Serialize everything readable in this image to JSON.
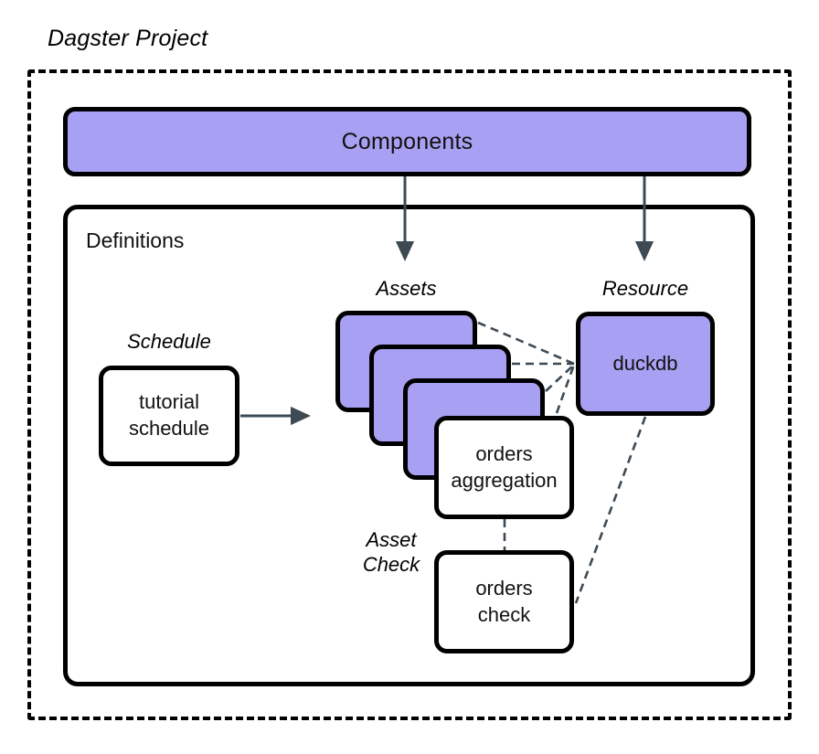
{
  "diagram": {
    "title": "Dagster Project",
    "outer_container": {
      "label": "Dagster Project",
      "style": "dashed"
    },
    "components": {
      "label": "Components",
      "fill": "#a8a0f2"
    },
    "definitions": {
      "label": "Definitions",
      "fill": "#ffffff"
    },
    "groups": {
      "assets": "Assets",
      "resource": "Resource",
      "schedule": "Schedule",
      "asset_check": "Asset\nCheck"
    },
    "nodes": {
      "asset_stack_card_1": "",
      "asset_stack_card_2": "",
      "asset_stack_card_3": "",
      "orders_aggregation": "orders\naggregation",
      "orders_check": "orders\ncheck",
      "duckdb": "duckdb",
      "tutorial_schedule": "tutorial\nschedule"
    },
    "colors": {
      "purple_fill": "#a8a0f2",
      "stroke": "#000000",
      "arrow": "#3d4a54",
      "dashed_link": "#3d4a54",
      "background": "#ffffff"
    },
    "edges": [
      {
        "from": "components",
        "to": "assets",
        "style": "solid-arrow"
      },
      {
        "from": "components",
        "to": "resource",
        "style": "solid-arrow"
      },
      {
        "from": "tutorial_schedule",
        "to": "assets",
        "style": "solid-arrow"
      },
      {
        "from": "asset_stack_card_1",
        "to": "duckdb",
        "style": "dashed"
      },
      {
        "from": "asset_stack_card_2",
        "to": "duckdb",
        "style": "dashed"
      },
      {
        "from": "asset_stack_card_3",
        "to": "duckdb",
        "style": "dashed"
      },
      {
        "from": "orders_aggregation",
        "to": "duckdb",
        "style": "dashed"
      },
      {
        "from": "orders_aggregation",
        "to": "orders_check",
        "style": "dashed"
      },
      {
        "from": "duckdb",
        "to": "orders_check",
        "style": "dashed"
      }
    ]
  }
}
